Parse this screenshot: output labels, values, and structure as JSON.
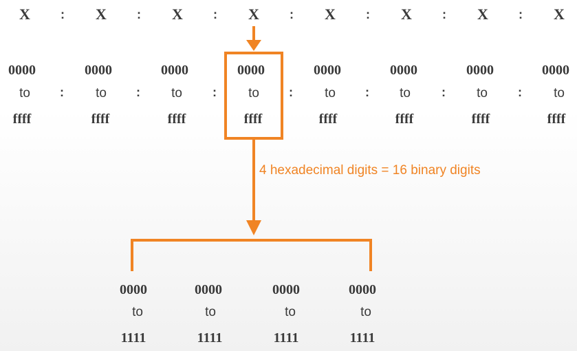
{
  "accent_color": "#f08424",
  "top_row": {
    "groups": [
      "X",
      "X",
      "X",
      "X",
      "X",
      "X",
      "X",
      "X"
    ],
    "separator": ":"
  },
  "hex_range": {
    "from": "0000",
    "to_word": "to",
    "upto": "ffff"
  },
  "annotation": "4 hexadecimal digits = 16 binary digits",
  "binary_range": {
    "from": "0000",
    "to_word": "to",
    "upto": "1111"
  },
  "binary_group_count": 4
}
